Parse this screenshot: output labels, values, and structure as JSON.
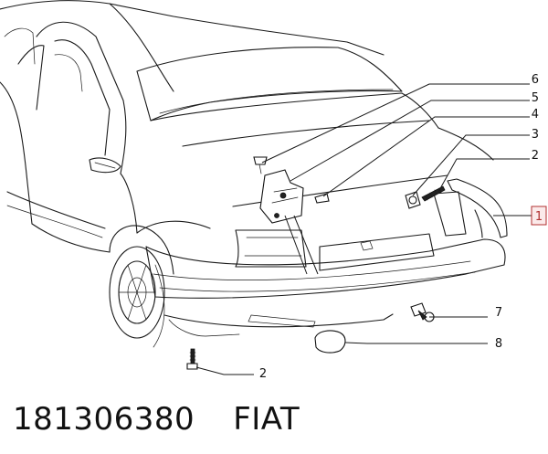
{
  "callouts": [
    {
      "id": "c6",
      "label": "6"
    },
    {
      "id": "c5",
      "label": "5"
    },
    {
      "id": "c4",
      "label": "4"
    },
    {
      "id": "c3",
      "label": "3"
    },
    {
      "id": "c2a",
      "label": "2"
    },
    {
      "id": "c1",
      "label": "1"
    },
    {
      "id": "c7",
      "label": "7"
    },
    {
      "id": "c8",
      "label": "8"
    },
    {
      "id": "c2b",
      "label": "2"
    }
  ],
  "colors": {
    "highlight": "#b03030",
    "highlight_fill": "#fbeaea",
    "ink": "#111111"
  },
  "footer": {
    "part_number": "181306380",
    "brand": "FIAT"
  }
}
